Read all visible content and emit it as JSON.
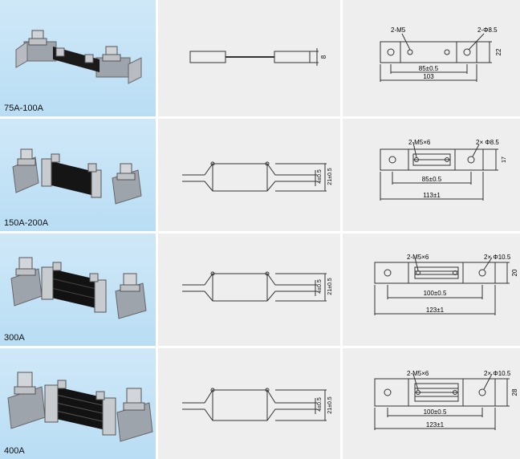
{
  "rows": [
    {
      "label": "75A-100A",
      "side": {
        "height": "8"
      },
      "top": {
        "hole_label": "2-M5",
        "dia_label": "2-Φ8.5",
        "height": "22",
        "inner": "85±0.5",
        "outer": "103"
      }
    },
    {
      "label": "150A-200A",
      "side": {
        "thickness": "4±0.5",
        "height": "21±0.5"
      },
      "top": {
        "hole_label": "2-M5×6",
        "dia_label": "2× Φ8.5",
        "height": "17",
        "inner": "85±0.5",
        "outer": "113±1"
      }
    },
    {
      "label": "300A",
      "side": {
        "thickness": "4±0.5",
        "height": "21±0.5"
      },
      "top": {
        "hole_label": "2-M5×6",
        "dia_label": "2× Φ10.5",
        "height": "20",
        "inner": "100±0.5",
        "outer": "123±1"
      }
    },
    {
      "label": "400A",
      "side": {
        "thickness": "4±0.5",
        "height": "21±0.5"
      },
      "top": {
        "hole_label": "2-M5×6",
        "dia_label": "2× Φ10.5",
        "height": "28",
        "inner": "100±0.5",
        "outer": "123±1"
      }
    }
  ],
  "colors": {
    "photo_bg": "#c4e2f6",
    "drawing_bg": "#eeeeee",
    "line": "#333333"
  }
}
